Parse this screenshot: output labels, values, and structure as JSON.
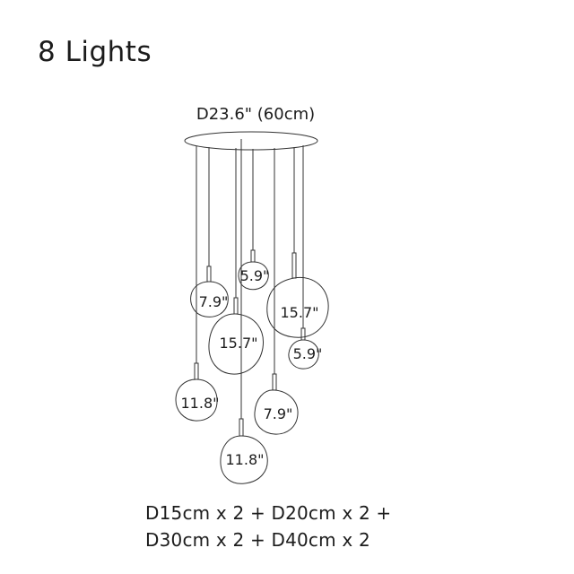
{
  "title": "8 Lights",
  "canopy": {
    "label": "D23.6\" (60cm)"
  },
  "pendants": [
    {
      "label": "5.9\""
    },
    {
      "label": "7.9\""
    },
    {
      "label": "15.7\""
    },
    {
      "label": "15.7\""
    },
    {
      "label": "5.9\""
    },
    {
      "label": "11.8\""
    },
    {
      "label": "7.9\""
    },
    {
      "label": "11.8\""
    }
  ],
  "footer": {
    "line1": "D15cm x 2 + D20cm x 2 +",
    "line2": "D30cm x 2 + D40cm x 2"
  }
}
